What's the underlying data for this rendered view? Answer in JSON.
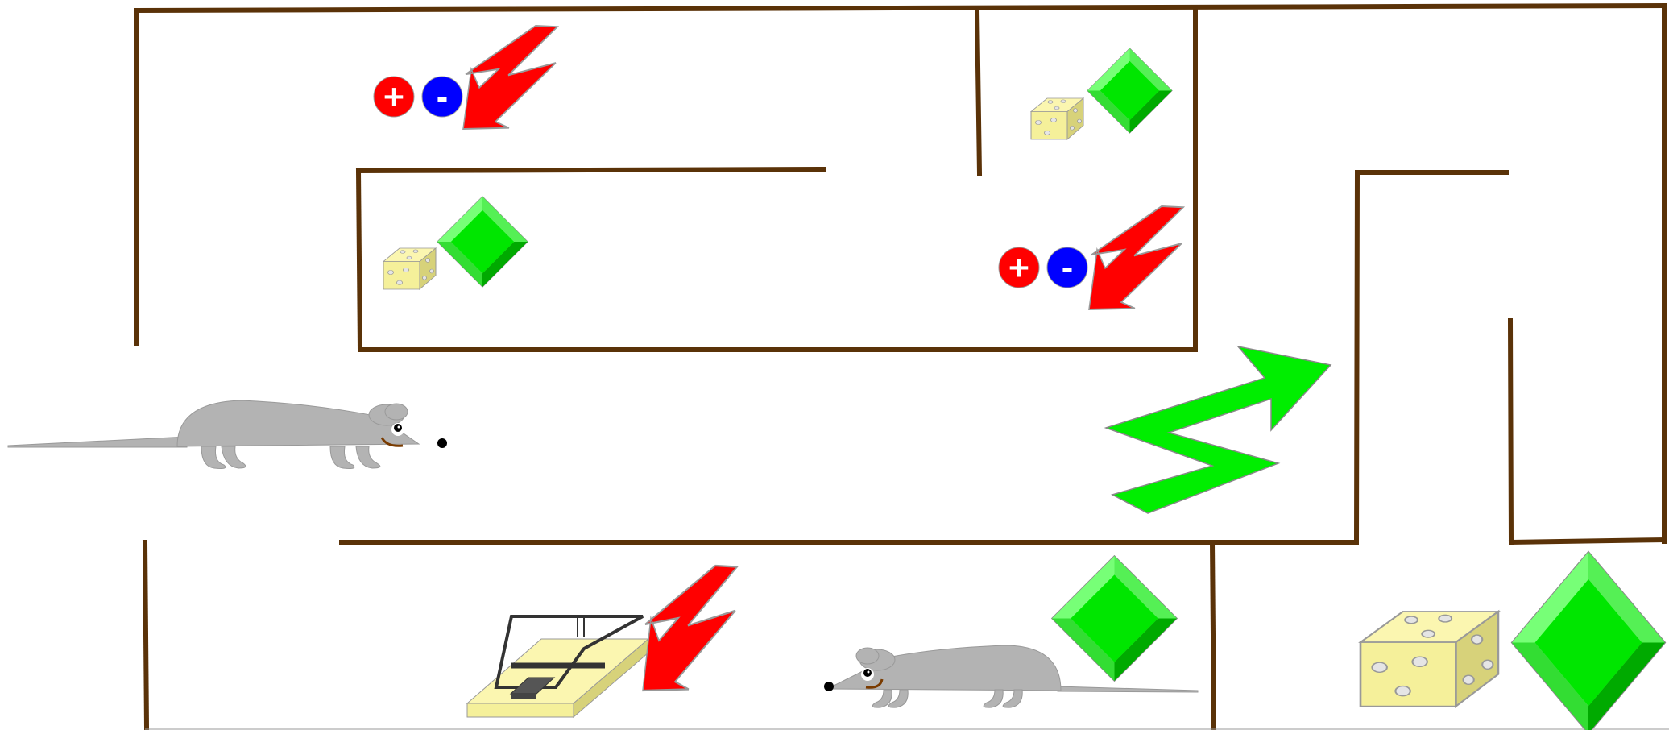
{
  "scene": {
    "type": "maze",
    "background_color": "#ffffff",
    "wall_color": "#5a3208"
  },
  "colors": {
    "bolt_red": "#ff0000",
    "bolt_green": "#00ee00",
    "gem_green": "#00ee00",
    "cheese_yellow": "#f8f4a0",
    "mouse_gray": "#b3b3b3",
    "plus_token": "#ff0000",
    "minus_token": "#0000ff"
  },
  "tokens": {
    "plus_symbol": "+",
    "minus_symbol": "-"
  },
  "items": [
    {
      "kind": "mouse",
      "icon": "mouse-icon",
      "facing": "right"
    },
    {
      "kind": "mouse",
      "icon": "mouse-icon",
      "facing": "left"
    },
    {
      "kind": "mousetrap",
      "icon": "mousetrap-icon"
    },
    {
      "kind": "cheese",
      "icon": "cheese-icon",
      "count": 3
    },
    {
      "kind": "gem",
      "icon": "gem-icon",
      "count": 4
    },
    {
      "kind": "red-bolt",
      "icon": "lightning-bolt-icon",
      "count": 3
    },
    {
      "kind": "green-bolt-arrow",
      "icon": "zigzag-arrow-icon",
      "count": 1
    },
    {
      "kind": "charge-pair",
      "icon": "plus-minus-icon",
      "count": 2
    }
  ]
}
